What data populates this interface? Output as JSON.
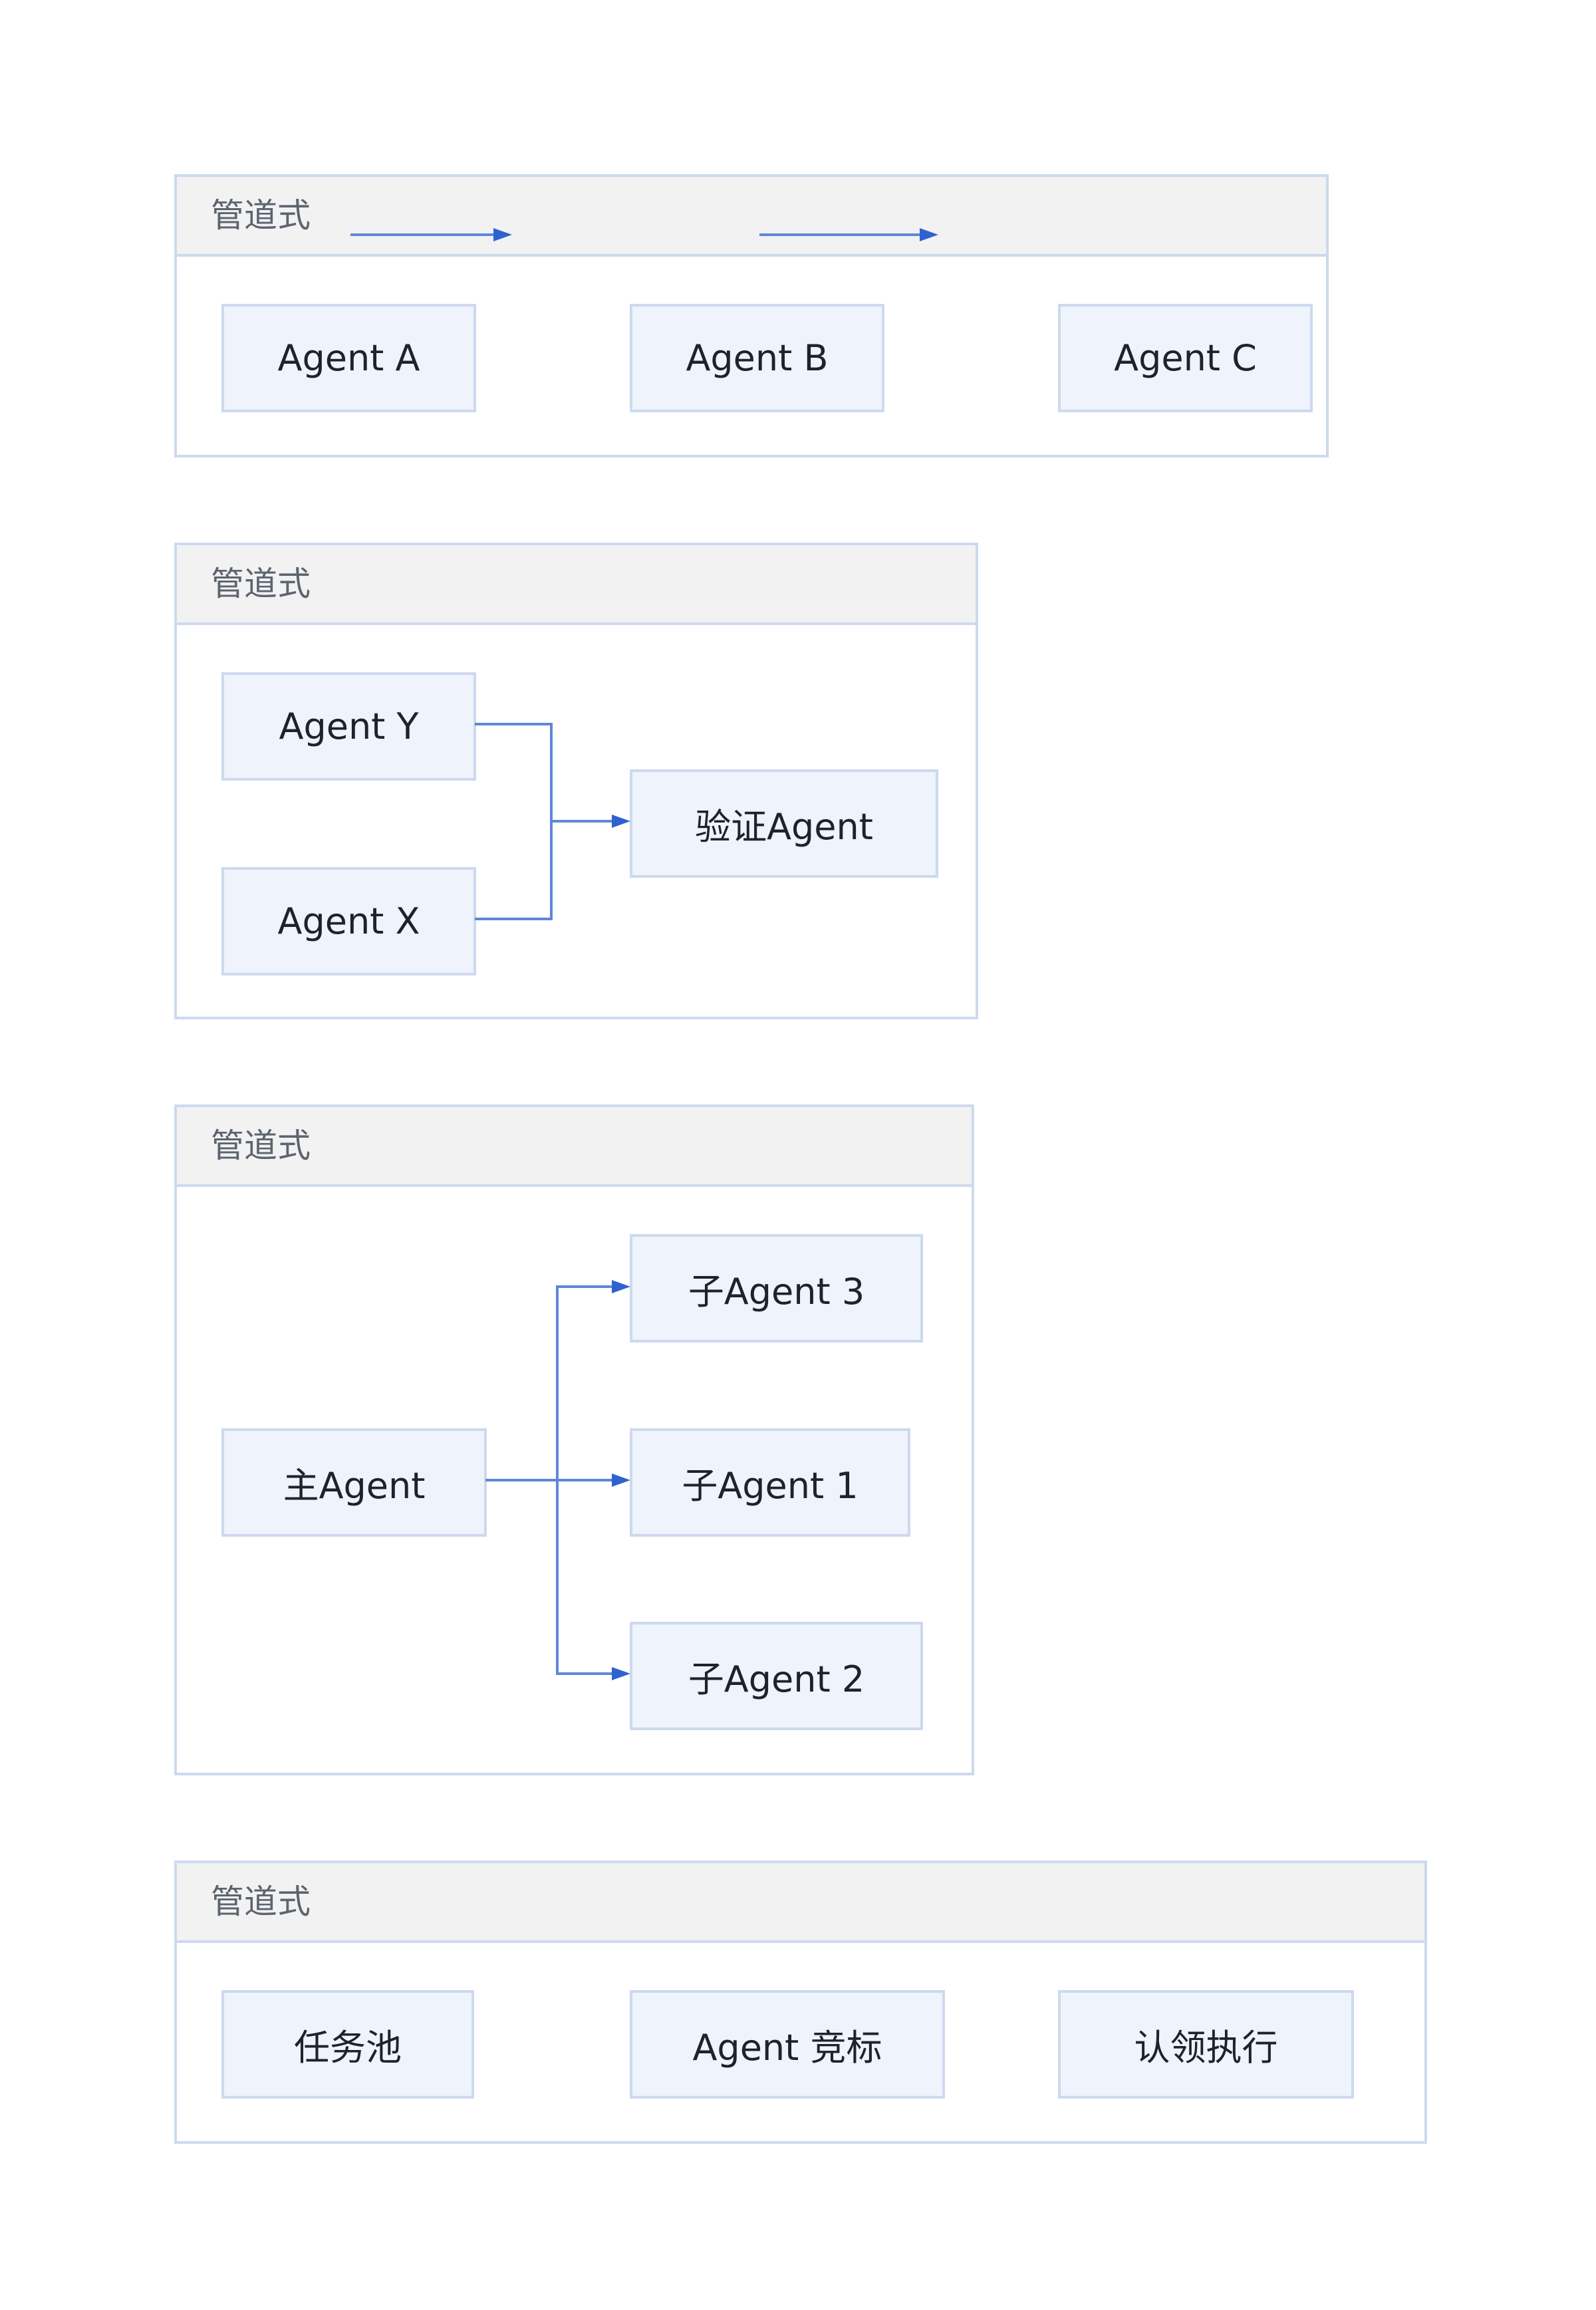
{
  "panels": [
    {
      "title": "管道式",
      "nodes": {
        "a": "Agent A",
        "b": "Agent B",
        "c": "Agent C"
      }
    },
    {
      "title": "管道式",
      "nodes": {
        "y": "Agent Y",
        "x": "Agent X",
        "verify": "验证Agent"
      }
    },
    {
      "title": "管道式",
      "nodes": {
        "main": "主Agent",
        "sub3": "子Agent 3",
        "sub1": "子Agent 1",
        "sub2": "子Agent 2"
      }
    },
    {
      "title": "管道式",
      "nodes": {
        "pool": "任务池",
        "bid": "Agent 竞标",
        "claim": "认领执行"
      }
    }
  ],
  "colors": {
    "panel_border": "#cdd9ee",
    "header_bg": "#f2f2f2",
    "node_bg": "#eef3fc",
    "connector": "#5f86da",
    "arrowhead": "#2f62cf"
  }
}
